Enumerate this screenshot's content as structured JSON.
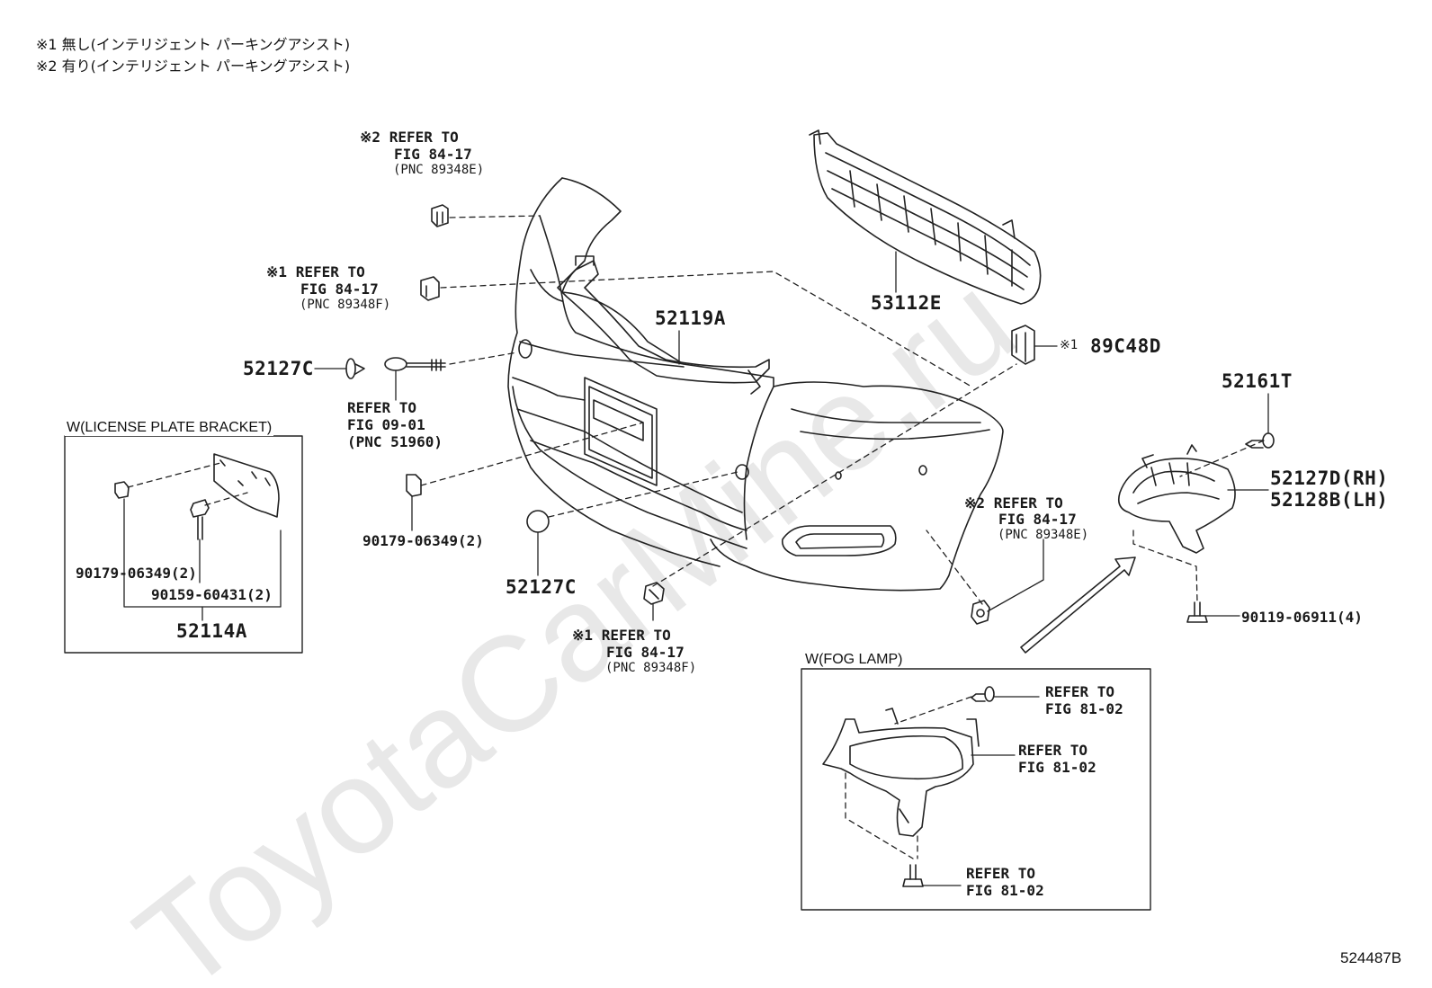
{
  "notes": [
    "※1 無し(インテリジェント パーキングアシスト)",
    "※2 有り(インテリジェント パーキングアシスト)"
  ],
  "watermark": "ToyotaCarMine.ru",
  "drawing_number": "524487B",
  "boxes": {
    "license": "W(LICENSE PLATE BRACKET)",
    "fog": "W(FOG LAMP)"
  },
  "labels": {
    "ref_top_mark": "※2",
    "ref_top_line1": "REFER TO",
    "ref_top_line2": "FIG 84-17",
    "ref_top_pnc": "(PNC 89348E)",
    "ref_left_mark": "※1",
    "ref_left_line1": "REFER TO",
    "ref_left_line2": "FIG 84-17",
    "ref_left_pnc": "(PNC 89348F)",
    "p52119A": "52119A",
    "p53112E": "53112E",
    "p89C48D_mark": "※1",
    "p89C48D": "89C48D",
    "p52127C_a": "52127C",
    "ref_tow_line1": "REFER TO",
    "ref_tow_line2": "FIG 09-01",
    "ref_tow_pnc": "(PNC 51960)",
    "p52161T": "52161T",
    "p52127D": "52127D(RH)",
    "p52128B": "52128B(LH)",
    "p90179_a": "90179-06349(2)",
    "p52127C_b": "52127C",
    "ref_mid_mark": "※2",
    "ref_mid_line1": "REFER TO",
    "ref_mid_line2": "FIG 84-17",
    "ref_mid_pnc": "(PNC 89348E)",
    "ref_bot_mark": "※1",
    "ref_bot_line1": "REFER TO",
    "ref_bot_line2": "FIG 84-17",
    "ref_bot_pnc": "(PNC 89348F)",
    "p90119": "90119-06911(4)",
    "lp_90179": "90179-06349(2)",
    "lp_90159": "90159-60431(2)",
    "lp_52114A": "52114A",
    "fog_ref1_line1": "REFER TO",
    "fog_ref1_line2": "FIG 81-02",
    "fog_ref2_line1": "REFER TO",
    "fog_ref2_line2": "FIG 81-02",
    "fog_ref3_line1": "REFER TO",
    "fog_ref3_line2": "FIG 81-02"
  }
}
